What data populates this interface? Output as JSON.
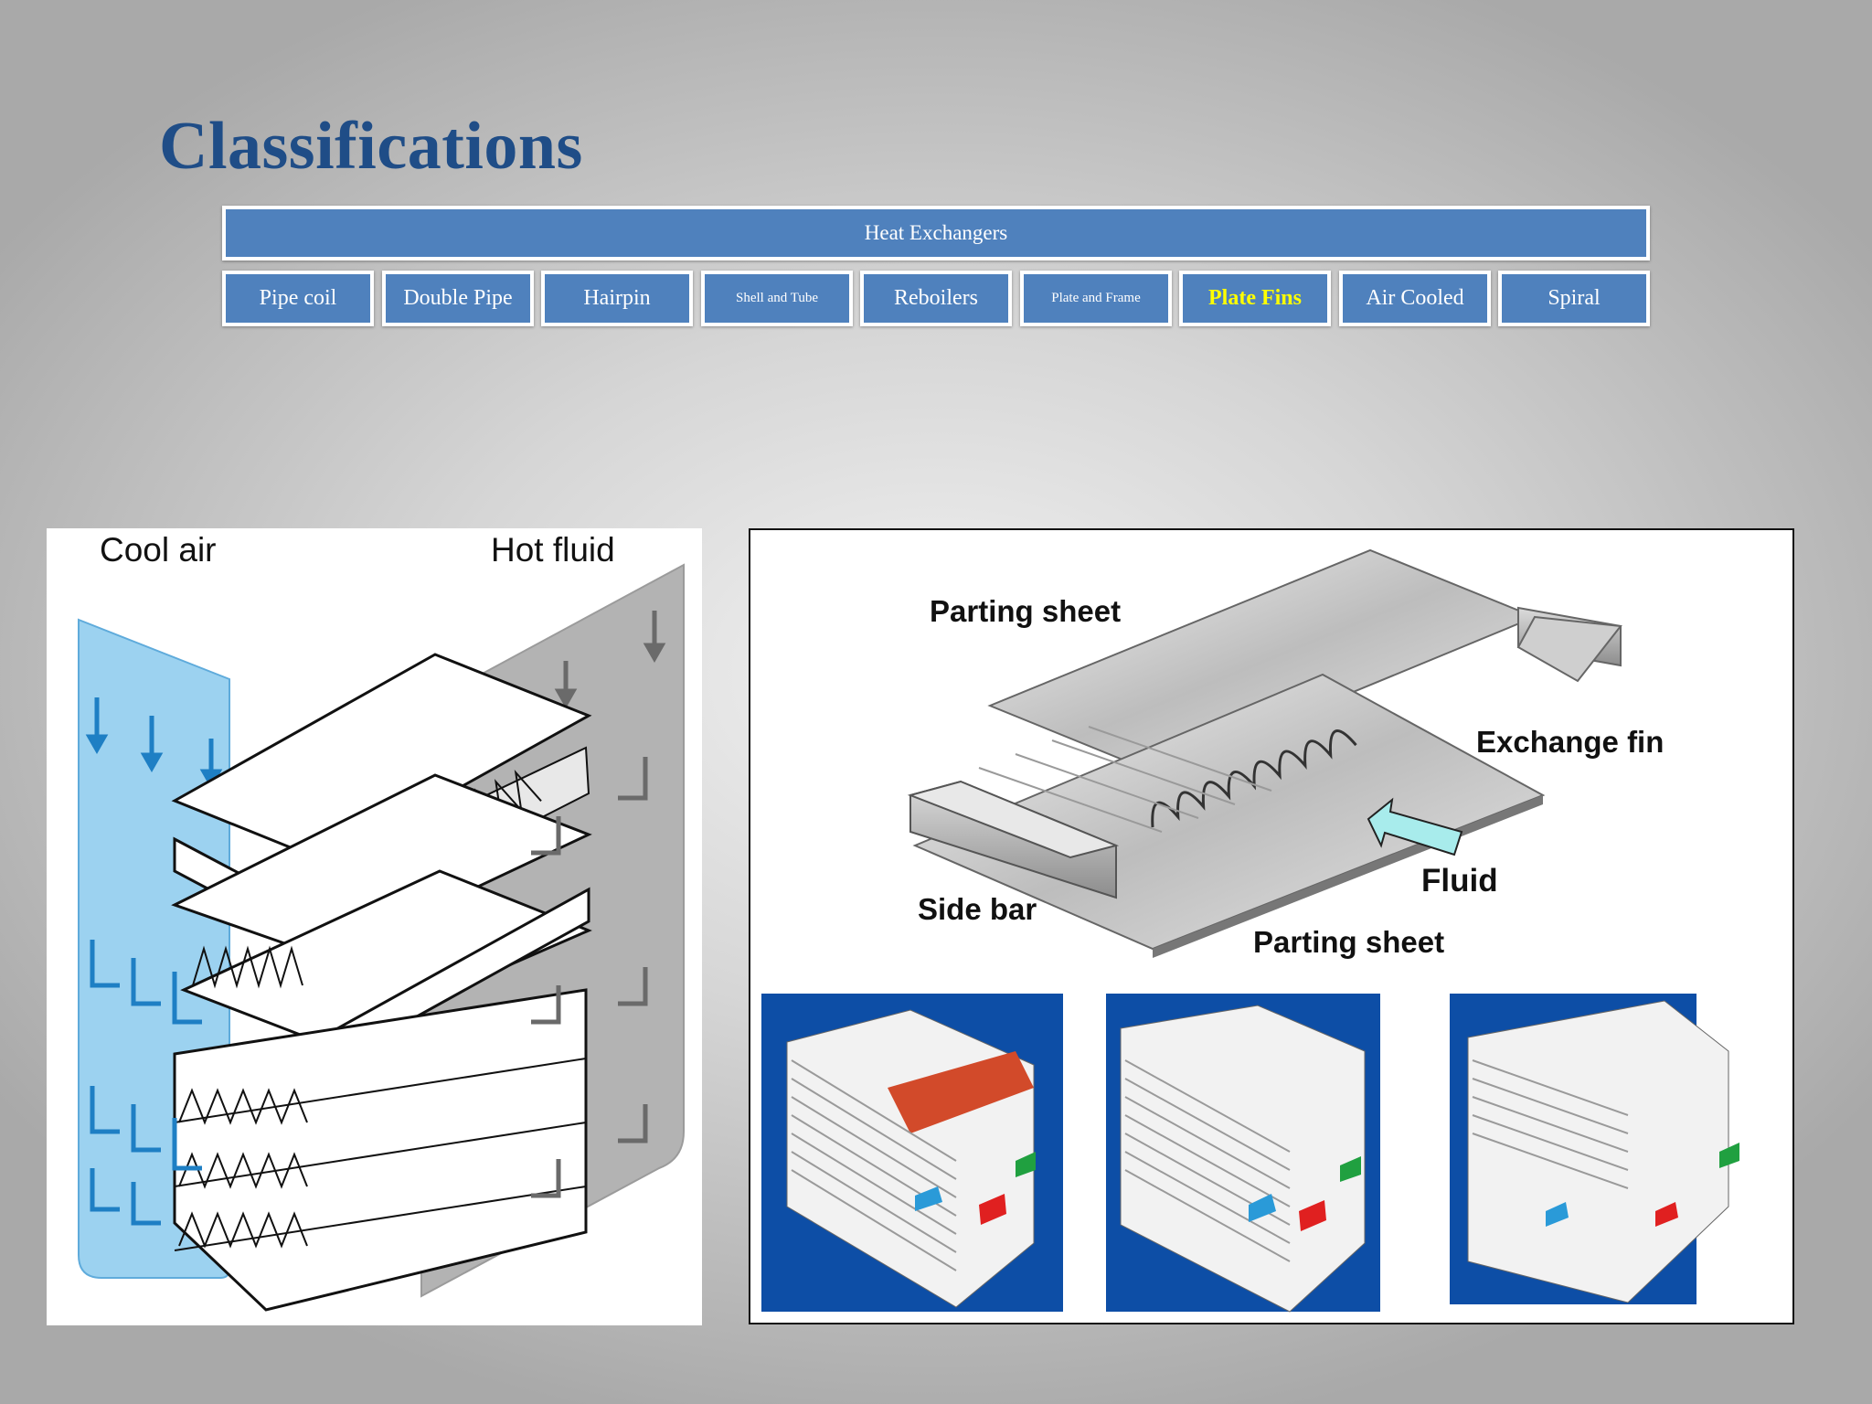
{
  "slide": {
    "title": "Classifications",
    "hierarchy": {
      "root": "Heat Exchangers",
      "children": [
        "Pipe coil",
        "Double Pipe",
        "Hairpin",
        "Shell and Tube",
        "Reboilers",
        "Plate and Frame",
        "Plate Fins",
        "Air Cooled",
        "Spiral"
      ],
      "highlighted": "Plate Fins"
    }
  },
  "left_figure": {
    "cool_air_label": "Cool air",
    "hot_fluid_label": "Hot fluid"
  },
  "right_figure": {
    "parting_sheet_top": "Parting sheet",
    "exchange_fin": "Exchange fin",
    "fluid": "Fluid",
    "side_bar": "Side bar",
    "parting_sheet_bottom": "Parting sheet"
  },
  "colors": {
    "title": "#1f4d87",
    "box_fill": "#4f81bd",
    "highlight_text": "#ffff00",
    "photo_bg": "#0d4ea6"
  }
}
